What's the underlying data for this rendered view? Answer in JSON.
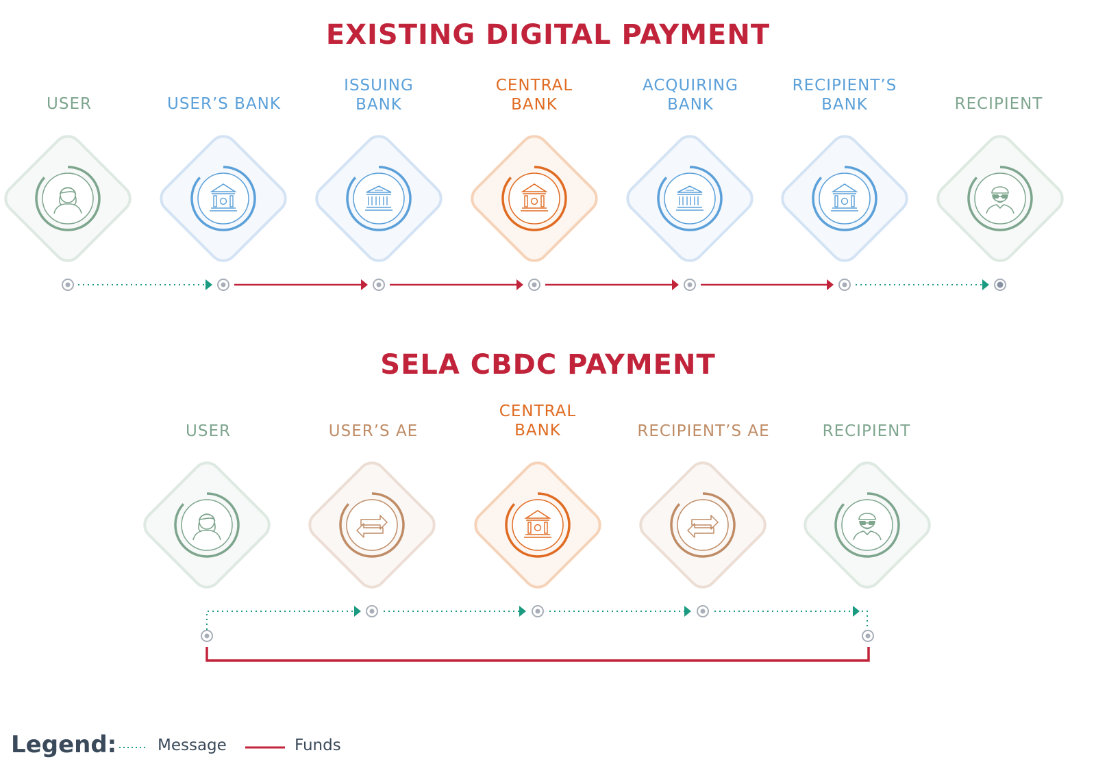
{
  "top": {
    "title": "EXISTING DIGITAL PAYMENT",
    "nodes": [
      {
        "line1": "USER",
        "line2": "",
        "color": "green",
        "icon": "person-icon"
      },
      {
        "line1": "USER’S BANK",
        "line2": "",
        "color": "blue",
        "icon": "bank-icon"
      },
      {
        "line1": "ISSUING",
        "line2": "BANK",
        "color": "blue",
        "icon": "bank-columns-icon"
      },
      {
        "line1": "CENTRAL",
        "line2": "BANK",
        "color": "orange",
        "icon": "bank-icon"
      },
      {
        "line1": "ACQUIRING",
        "line2": "BANK",
        "color": "blue",
        "icon": "bank-columns-icon"
      },
      {
        "line1": "RECIPIENT’S",
        "line2": "BANK",
        "color": "blue",
        "icon": "bank-icon"
      },
      {
        "line1": "RECIPIENT",
        "line2": "",
        "color": "green",
        "icon": "person-glasses-icon"
      }
    ],
    "connections": [
      "message",
      "funds",
      "funds",
      "funds",
      "funds",
      "message"
    ]
  },
  "bottom": {
    "title": "SELA CBDC PAYMENT",
    "nodes": [
      {
        "line1": "USER",
        "line2": "",
        "color": "green",
        "icon": "person-icon"
      },
      {
        "line1": "USER’S AE",
        "line2": "",
        "color": "tan",
        "icon": "exchange-arrows-icon"
      },
      {
        "line1": "CENTRAL",
        "line2": "BANK",
        "color": "orange",
        "icon": "bank-icon"
      },
      {
        "line1": "RECIPIENT’S AE",
        "line2": "",
        "color": "tan",
        "icon": "exchange-arrows-icon"
      },
      {
        "line1": "RECIPIENT",
        "line2": "",
        "color": "green",
        "icon": "person-glasses-icon"
      }
    ],
    "connections": [
      "message",
      "message",
      "message",
      "message"
    ],
    "direct_funds": "funds"
  },
  "legend": {
    "title": "Legend:",
    "message_label": "Message",
    "funds_label": "Funds"
  },
  "colors": {
    "title": "#c0233a",
    "funds": "#c0233a",
    "message": "#1a9a80",
    "green": "#7ea58e",
    "blue": "#5ba0d9",
    "orange": "#e06b22",
    "tan": "#bf8c66"
  }
}
